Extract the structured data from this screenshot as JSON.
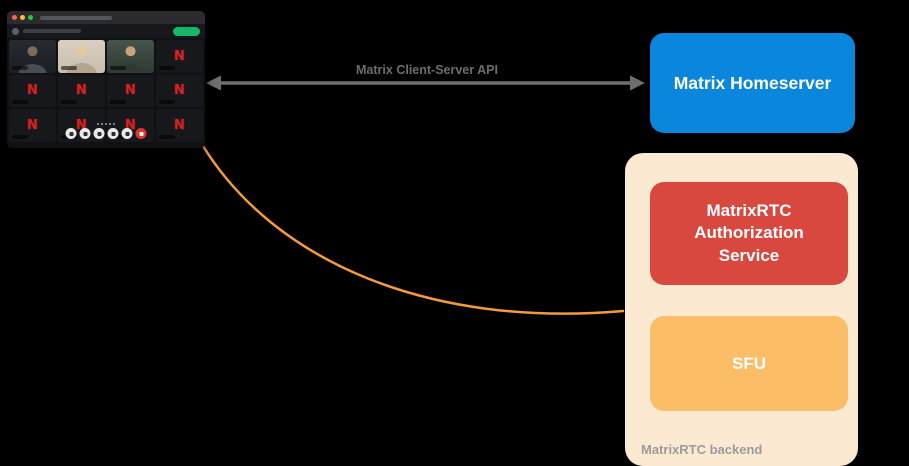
{
  "canvas": {
    "background": "#000000"
  },
  "call_window": {
    "window_buttons": [
      "close",
      "minimize",
      "zoom"
    ],
    "join_button_color": "#17b76a",
    "pagination_dots": 5,
    "tiles": [
      {
        "kind": "video",
        "variant": "person-dark"
      },
      {
        "kind": "video",
        "variant": "person-light"
      },
      {
        "kind": "video",
        "variant": "person-green"
      },
      {
        "kind": "avatar",
        "initial": "N"
      },
      {
        "kind": "avatar",
        "initial": "N"
      },
      {
        "kind": "avatar",
        "initial": "N"
      },
      {
        "kind": "avatar",
        "initial": "N"
      },
      {
        "kind": "avatar",
        "initial": "N"
      },
      {
        "kind": "avatar",
        "initial": "N"
      },
      {
        "kind": "avatar",
        "initial": "N"
      },
      {
        "kind": "avatar",
        "initial": "N"
      },
      {
        "kind": "avatar",
        "initial": "N"
      }
    ],
    "controls": [
      "mic",
      "camera",
      "screenshare",
      "participants",
      "more",
      "hangup"
    ]
  },
  "arrow": {
    "label": "Matrix Client-Server API",
    "color": "#6f6f6f"
  },
  "link_curve": {
    "color": "#f49a3e"
  },
  "homeserver": {
    "label": "Matrix Homeserver",
    "bg": "#0a86dc",
    "text_color": "#ffffff"
  },
  "backend": {
    "label": "MatrixRTC backend",
    "bg": "#fce9d2",
    "label_color": "#9b9b9b",
    "auth": {
      "label": "MatrixRTC Authorization Service",
      "bg": "#d9483e"
    },
    "sfu": {
      "label": "SFU",
      "bg": "#fbbd66"
    }
  }
}
